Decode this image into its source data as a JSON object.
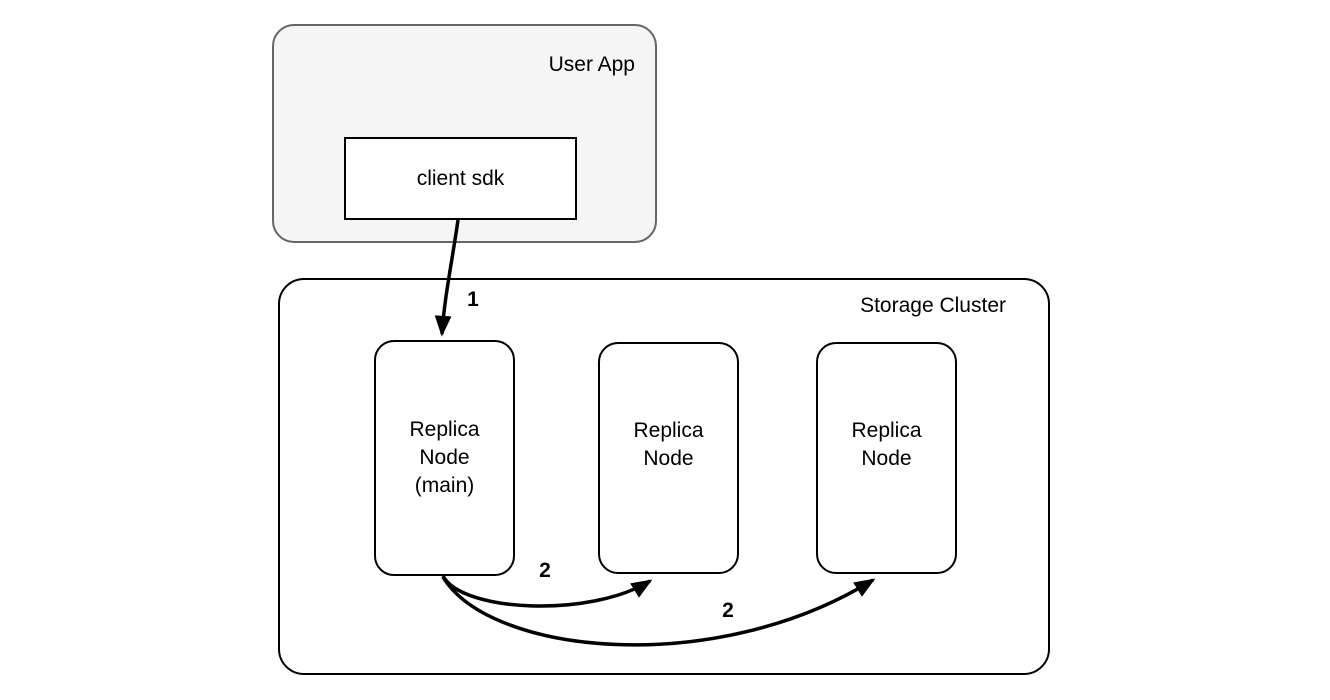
{
  "background": "#ffffff",
  "user_app": {
    "label": "User App",
    "client_sdk_label": "client sdk",
    "fill": "#f5f5f5",
    "border": "#666666"
  },
  "storage_cluster": {
    "label": "Storage Cluster",
    "fill": "#ffffff",
    "border": "#000000",
    "nodes": [
      {
        "id": "replica-node-main",
        "lines": [
          "Replica",
          "Node",
          "(main)"
        ]
      },
      {
        "id": "replica-node-middle",
        "lines": [
          "Replica",
          "Node"
        ]
      },
      {
        "id": "replica-node-right",
        "lines": [
          "Replica",
          "Node"
        ]
      }
    ]
  },
  "edges": [
    {
      "label": "1",
      "from": "client-sdk",
      "to": "replica-node-main"
    },
    {
      "label": "2",
      "from": "replica-node-main",
      "to": "replica-node-middle"
    },
    {
      "label": "2",
      "from": "replica-node-main",
      "to": "replica-node-right"
    }
  ],
  "colors": {
    "stroke": "#000000",
    "text": "#000000"
  }
}
